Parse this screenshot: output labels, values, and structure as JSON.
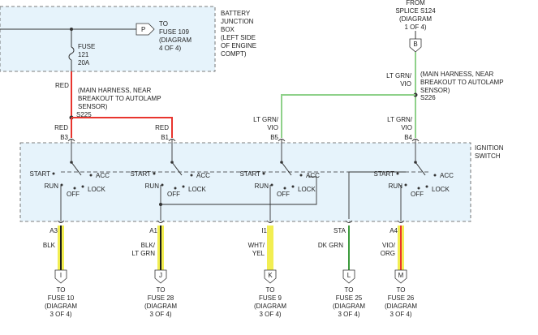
{
  "battery_box": [
    "BATTERY",
    "JUNCTION",
    "BOX",
    "(LEFT SIDE",
    "OF ENGINE",
    "COMPT)"
  ],
  "fuse_to": [
    "TO",
    "FUSE 109",
    "(DIAGRAM",
    "4 OF 4)"
  ],
  "fuse": [
    "FUSE",
    "121",
    "20A"
  ],
  "connector_p": "P",
  "connector_b": "B",
  "from_splice": [
    "FROM",
    "SPLICE S124",
    "(DIAGRAM",
    "1 OF 4)"
  ],
  "red_wire_label": "RED",
  "harness_note_left": [
    "(MAIN HARNESS, NEAR",
    "BREAKOUT TO AUTOLAMP",
    "SENSOR)"
  ],
  "splice_s225": "S225",
  "splice_s226": "S226",
  "harness_note_right": [
    "(MAIN HARNESS, NEAR",
    "BREAKOUT TO AUTOLAMP",
    "SENSOR)"
  ],
  "ltgrn_vio_top": [
    "LT GRN/",
    "VIO"
  ],
  "ignition_switch": [
    "IGNITION",
    "SWITCH"
  ],
  "top_pins": [
    {
      "wire": [
        "RED"
      ],
      "pin": "B3"
    },
    {
      "wire": [
        "RED"
      ],
      "pin": "B1"
    },
    {
      "wire": [
        "LT GRN/",
        "VIO"
      ],
      "pin": "B5"
    },
    {
      "wire": [
        "LT GRN/",
        "VIO"
      ],
      "pin": "B4"
    }
  ],
  "switch_positions": {
    "start": "START",
    "run": "RUN",
    "off": "OFF",
    "acc": "ACC",
    "lock": "LOCK"
  },
  "bottom_pins": [
    {
      "pin": "A3",
      "wire": [
        "BLK"
      ],
      "conn": "I",
      "dest": [
        "TO",
        "FUSE 10",
        "(DIAGRAM",
        "3 OF 4)"
      ]
    },
    {
      "pin": "A1",
      "wire": [
        "BLK/",
        "LT GRN"
      ],
      "conn": "J",
      "dest": [
        "TO",
        "FUSE 28",
        "(DIAGRAM",
        "3 OF 4)"
      ]
    },
    {
      "pin": "I1",
      "wire": [
        "WHT/",
        "YEL"
      ],
      "conn": "K",
      "dest": [
        "TO",
        "FUSE 9",
        "(DIAGRAM",
        "3 OF 4)"
      ]
    },
    {
      "pin": "STA",
      "wire": [
        "DK GRN"
      ],
      "conn": "L",
      "dest": [
        "TO",
        "FUSE 25",
        "(DIAGRAM",
        "3 OF 4)"
      ]
    },
    {
      "pin": "A4",
      "wire": [
        "VIO/",
        "ORG"
      ],
      "conn": "M",
      "dest": [
        "TO",
        "FUSE 26",
        "(DIAGRAM",
        "3 OF 4)"
      ]
    }
  ],
  "colors": {
    "box_fill": "#e6f3fb",
    "red_wire": "#e8352e",
    "green_wire": "#8fd18a",
    "yellow_wire": "#f2ee52",
    "dk_green_wire": "#3c9a3c",
    "vio_org_wire": "#e8352e"
  }
}
